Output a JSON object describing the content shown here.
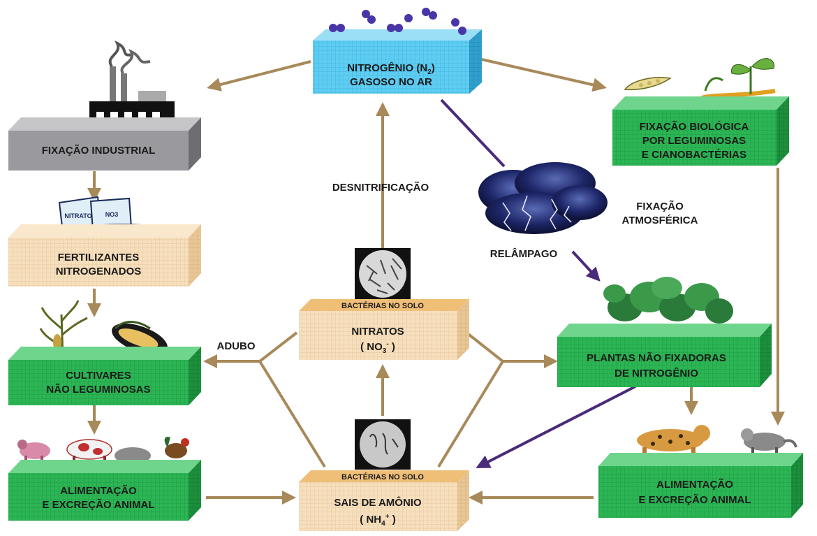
{
  "colors": {
    "arrow_tan": "#a8895a",
    "arrow_purple": "#4a2a7a",
    "box_green": "#27b04e",
    "box_tan": "#f6ddb8",
    "box_blue": "#58c8ef",
    "box_gray": "#9a9a9e"
  },
  "nodes": {
    "n2_gas": {
      "line1": "NITROGÊNIO (N",
      "sub": "2",
      "line1_end": ")",
      "line2": "GASOSO NO AR"
    },
    "industrial": {
      "line1": "FIXAÇÃO INDUSTRIAL"
    },
    "fertilizers": {
      "line1": "FERTILIZANTES",
      "line2": "NITROGENADOS"
    },
    "crops": {
      "line1": "CULTIVARES",
      "line2": "NÃO LEGUMINOSAS"
    },
    "animal_left": {
      "line1": "ALIMENTAÇÃO",
      "line2": "E EXCREÇÃO ANIMAL"
    },
    "bio_fixation": {
      "line1": "FIXAÇÃO BIOLÓGICA",
      "line2": "POR LEGUMINOSAS",
      "line3": "E CIANOBACTÉRIAS"
    },
    "plants_nonfix": {
      "line1": "PLANTAS NÃO FIXADORAS",
      "line2": "DE NITROGÊNIO"
    },
    "animal_right": {
      "line1": "ALIMENTAÇÃO",
      "line2": "E EXCREÇÃO ANIMAL"
    },
    "nitrates": {
      "top": "BACTÉRIAS  NO SOLO",
      "line1": "NITRATOS",
      "line2_pre": "( NO",
      "sub": "3",
      "sup": "-",
      "line2_post": " )"
    },
    "ammonium": {
      "top": "BACTÉRIAS  NO SOLO",
      "line1": "SAIS DE AMÔNIO",
      "line2_pre": "( NH",
      "sub": "4",
      "sup": "+",
      "line2_post": " )"
    }
  },
  "labels": {
    "denitrification": "DESNITRIFICAÇÃO",
    "atm_fix_1": "FIXAÇÃO",
    "atm_fix_2": "ATMOSFÉRICA",
    "lightning": "RELÂMPAGO",
    "manure": "ADUBO"
  },
  "bag_labels": [
    "NITRATO",
    "NO3"
  ]
}
